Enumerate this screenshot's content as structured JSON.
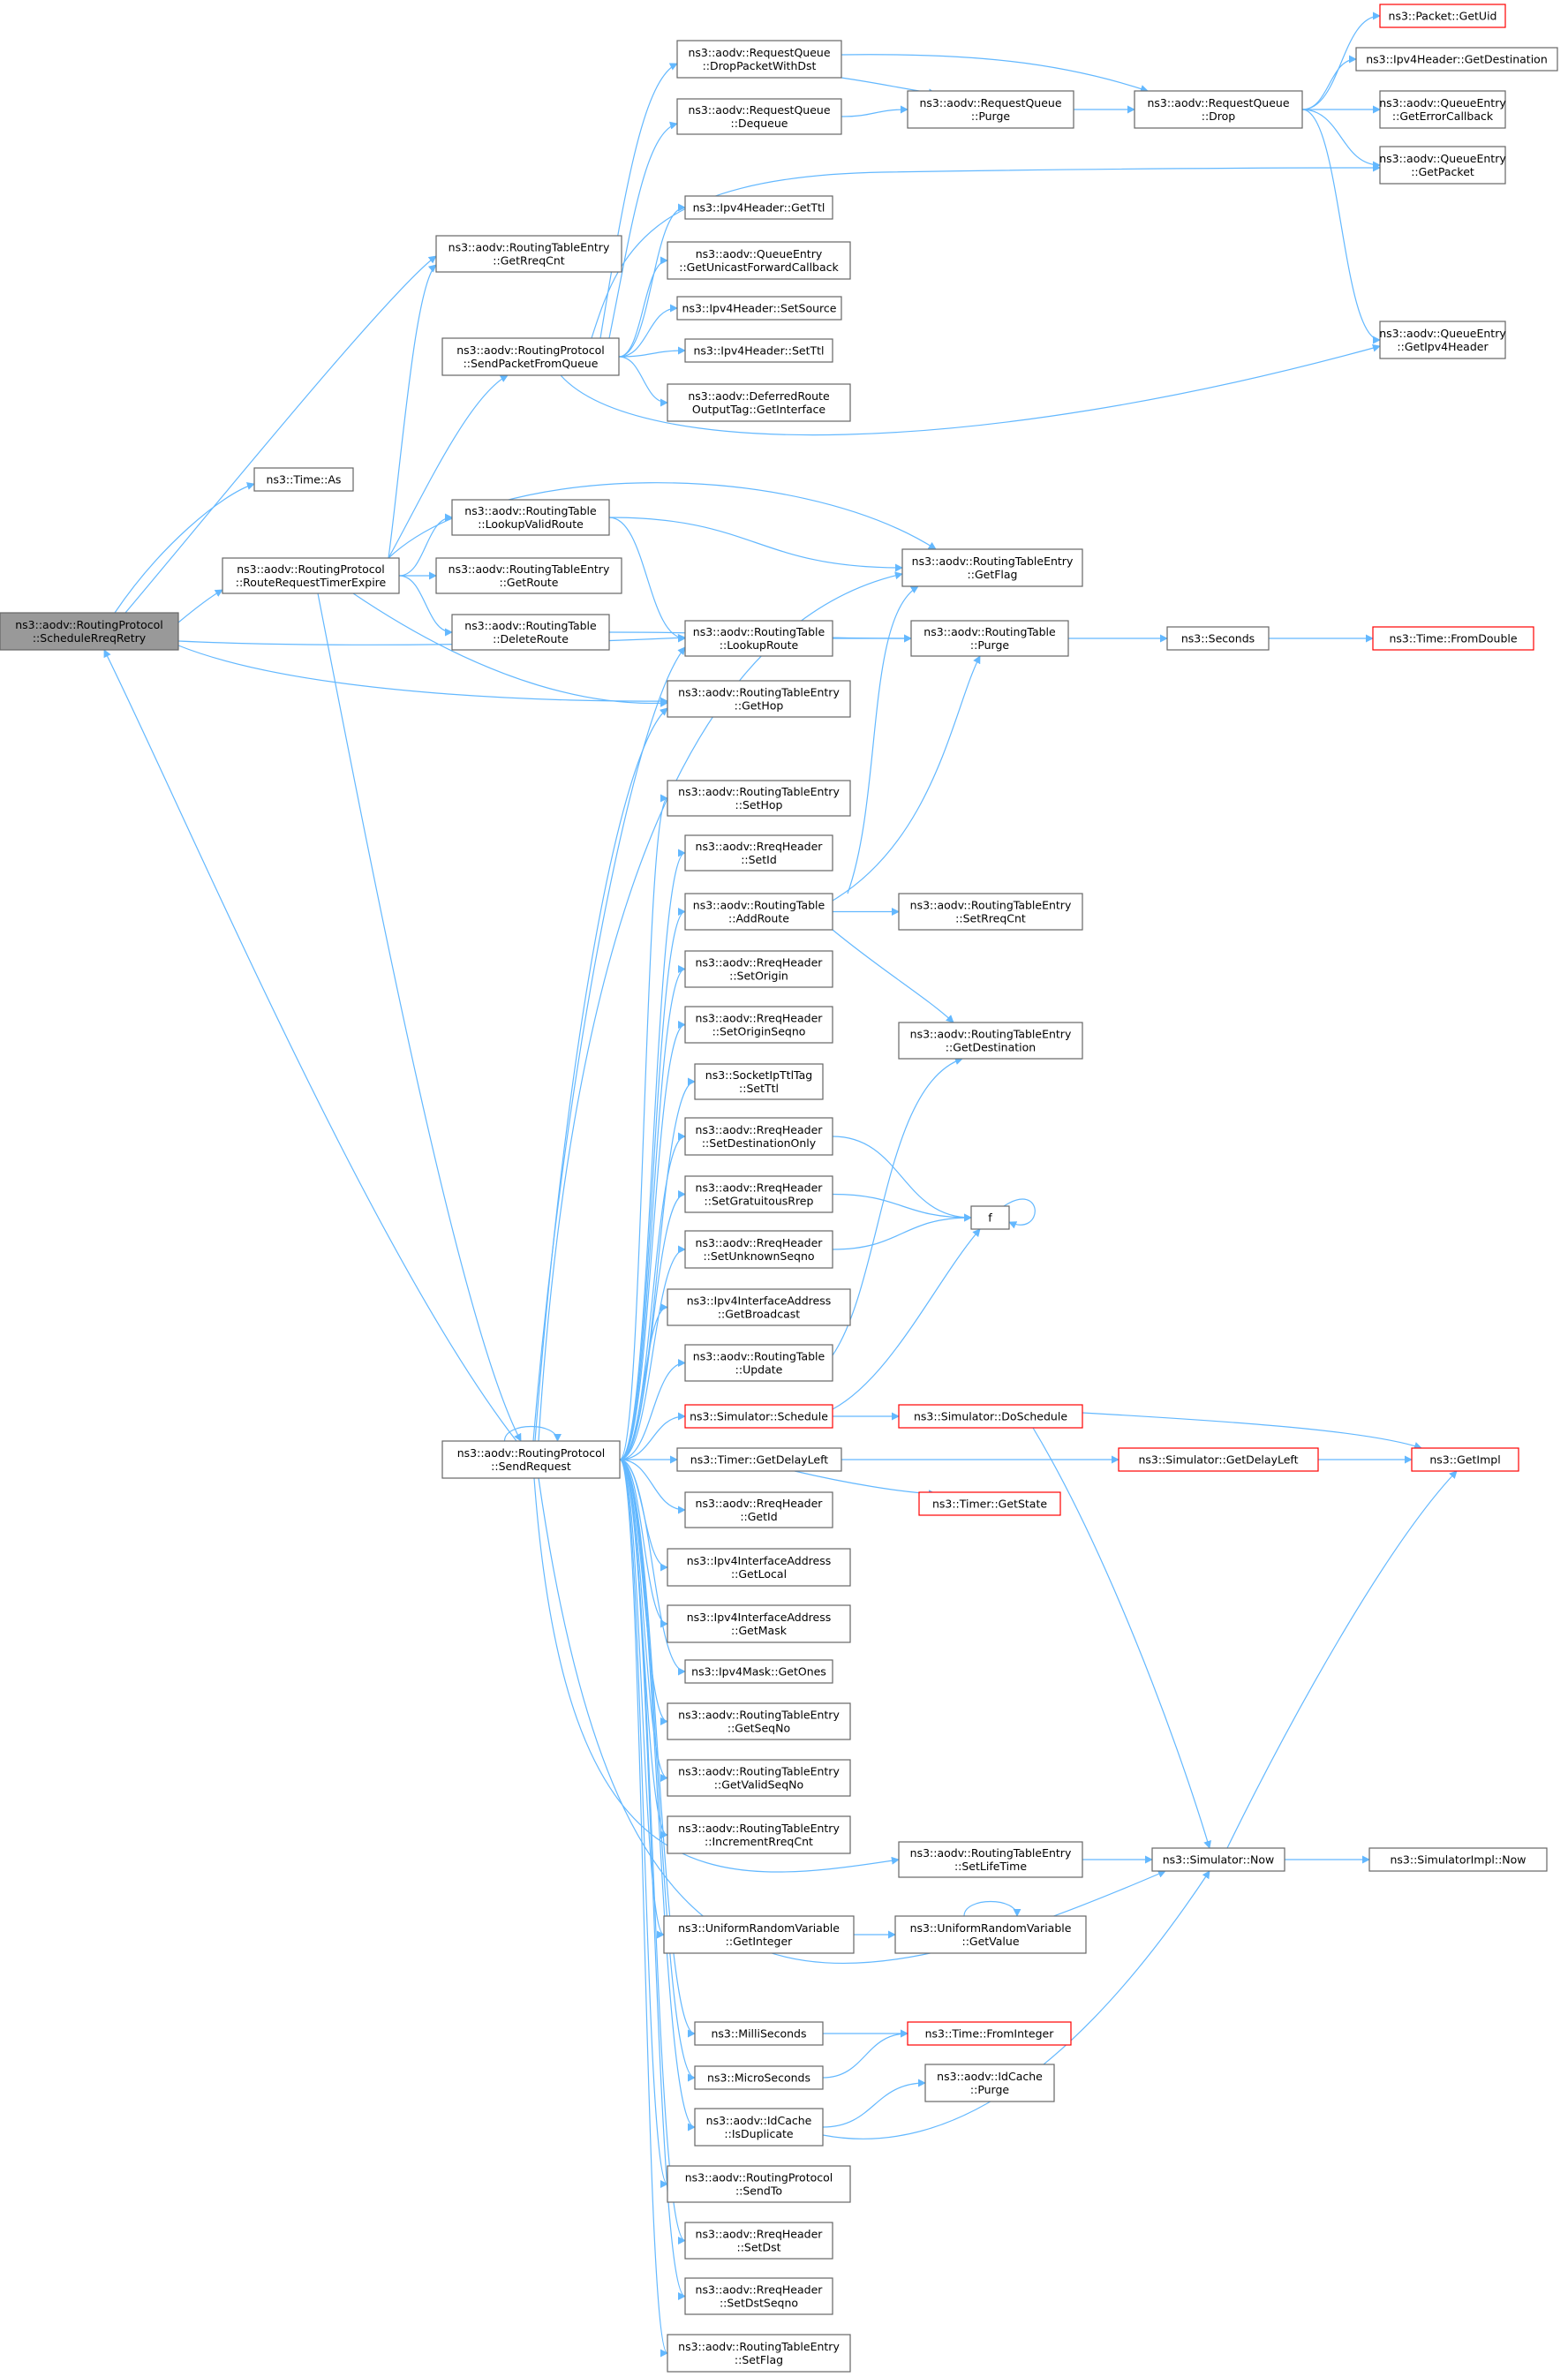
{
  "colors": {
    "edge": "#63b8ff",
    "root_fill": "#999999",
    "box_stroke": "#666666",
    "truncated_stroke": "#ff0000"
  },
  "nodes": [
    {
      "id": "root",
      "lines": [
        "ns3::aodv::RoutingProtocol",
        "::ScheduleRreqRetry"
      ],
      "style": "root"
    },
    {
      "id": "timeAs",
      "lines": [
        "ns3::Time::As"
      ]
    },
    {
      "id": "rrte",
      "lines": [
        "ns3::aodv::RoutingProtocol",
        "::RouteRequestTimerExpire"
      ]
    },
    {
      "id": "sendReq",
      "lines": [
        "ns3::aodv::RoutingProtocol",
        "::SendRequest"
      ]
    },
    {
      "id": "getRreqCnt",
      "lines": [
        "ns3::aodv::RoutingTableEntry",
        "::GetRreqCnt"
      ]
    },
    {
      "id": "spfq",
      "lines": [
        "ns3::aodv::RoutingProtocol",
        "::SendPacketFromQueue"
      ]
    },
    {
      "id": "lvr",
      "lines": [
        "ns3::aodv::RoutingTable",
        "::LookupValidRoute"
      ]
    },
    {
      "id": "rteGetRoute",
      "lines": [
        "ns3::aodv::RoutingTableEntry",
        "::GetRoute"
      ]
    },
    {
      "id": "delRoute",
      "lines": [
        "ns3::aodv::RoutingTable",
        "::DeleteRoute"
      ]
    },
    {
      "id": "dpwd",
      "lines": [
        "ns3::aodv::RequestQueue",
        "::DropPacketWithDst"
      ]
    },
    {
      "id": "dequeue",
      "lines": [
        "ns3::aodv::RequestQueue",
        "::Dequeue"
      ]
    },
    {
      "id": "getTtl",
      "lines": [
        "ns3::Ipv4Header::GetTtl"
      ]
    },
    {
      "id": "gufc",
      "lines": [
        "ns3::aodv::QueueEntry",
        "::GetUnicastForwardCallback"
      ]
    },
    {
      "id": "setSource",
      "lines": [
        "ns3::Ipv4Header::SetSource"
      ]
    },
    {
      "id": "setTtlH",
      "lines": [
        "ns3::Ipv4Header::SetTtl"
      ]
    },
    {
      "id": "droTag",
      "lines": [
        "ns3::aodv::DeferredRoute",
        "OutputTag::GetInterface"
      ]
    },
    {
      "id": "getFlag",
      "lines": [
        "ns3::aodv::RoutingTableEntry",
        "::GetFlag"
      ]
    },
    {
      "id": "lookupRoute",
      "lines": [
        "ns3::aodv::RoutingTable",
        "::LookupRoute"
      ]
    },
    {
      "id": "getHop",
      "lines": [
        "ns3::aodv::RoutingTableEntry",
        "::GetHop"
      ]
    },
    {
      "id": "setHop",
      "lines": [
        "ns3::aodv::RoutingTableEntry",
        "::SetHop"
      ]
    },
    {
      "id": "setId",
      "lines": [
        "ns3::aodv::RreqHeader",
        "::SetId"
      ]
    },
    {
      "id": "addRoute",
      "lines": [
        "ns3::aodv::RoutingTable",
        "::AddRoute"
      ]
    },
    {
      "id": "setOrigin",
      "lines": [
        "ns3::aodv::RreqHeader",
        "::SetOrigin"
      ]
    },
    {
      "id": "setOriginSeqno",
      "lines": [
        "ns3::aodv::RreqHeader",
        "::SetOriginSeqno"
      ]
    },
    {
      "id": "sockTtl",
      "lines": [
        "ns3::SocketIpTtlTag",
        "::SetTtl"
      ]
    },
    {
      "id": "setDestOnly",
      "lines": [
        "ns3::aodv::RreqHeader",
        "::SetDestinationOnly"
      ]
    },
    {
      "id": "setGrat",
      "lines": [
        "ns3::aodv::RreqHeader",
        "::SetGratuitousRrep"
      ]
    },
    {
      "id": "setUnk",
      "lines": [
        "ns3::aodv::RreqHeader",
        "::SetUnknownSeqno"
      ]
    },
    {
      "id": "getBcast",
      "lines": [
        "ns3::Ipv4InterfaceAddress",
        "::GetBroadcast"
      ]
    },
    {
      "id": "update",
      "lines": [
        "ns3::aodv::RoutingTable",
        "::Update"
      ]
    },
    {
      "id": "schedule",
      "lines": [
        "ns3::Simulator::Schedule"
      ],
      "style": "red"
    },
    {
      "id": "timerGDL",
      "lines": [
        "ns3::Timer::GetDelayLeft"
      ]
    },
    {
      "id": "rreqGetId",
      "lines": [
        "ns3::aodv::RreqHeader",
        "::GetId"
      ]
    },
    {
      "id": "getLocal",
      "lines": [
        "ns3::Ipv4InterfaceAddress",
        "::GetLocal"
      ]
    },
    {
      "id": "getMask",
      "lines": [
        "ns3::Ipv4InterfaceAddress",
        "::GetMask"
      ]
    },
    {
      "id": "getOnes",
      "lines": [
        "ns3::Ipv4Mask::GetOnes"
      ]
    },
    {
      "id": "getSeqNo",
      "lines": [
        "ns3::aodv::RoutingTableEntry",
        "::GetSeqNo"
      ]
    },
    {
      "id": "getValidSeqNo",
      "lines": [
        "ns3::aodv::RoutingTableEntry",
        "::GetValidSeqNo"
      ]
    },
    {
      "id": "incRreq",
      "lines": [
        "ns3::aodv::RoutingTableEntry",
        "::IncrementRreqCnt"
      ]
    },
    {
      "id": "urvGetInt",
      "lines": [
        "ns3::UniformRandomVariable",
        "::GetInteger"
      ]
    },
    {
      "id": "milli",
      "lines": [
        "ns3::MilliSeconds"
      ]
    },
    {
      "id": "micro",
      "lines": [
        "ns3::MicroSeconds"
      ]
    },
    {
      "id": "isDup",
      "lines": [
        "ns3::aodv::IdCache",
        "::IsDuplicate"
      ]
    },
    {
      "id": "sendTo",
      "lines": [
        "ns3::aodv::RoutingProtocol",
        "::SendTo"
      ]
    },
    {
      "id": "setDst",
      "lines": [
        "ns3::aodv::RreqHeader",
        "::SetDst"
      ]
    },
    {
      "id": "setDstSeqno",
      "lines": [
        "ns3::aodv::RreqHeader",
        "::SetDstSeqno"
      ]
    },
    {
      "id": "setFlag",
      "lines": [
        "ns3::aodv::RoutingTableEntry",
        "::SetFlag"
      ]
    },
    {
      "id": "purgeQ",
      "lines": [
        "ns3::aodv::RequestQueue",
        "::Purge"
      ]
    },
    {
      "id": "purgeRT",
      "lines": [
        "ns3::aodv::RoutingTable",
        "::Purge"
      ]
    },
    {
      "id": "setRreqCnt",
      "lines": [
        "ns3::aodv::RoutingTableEntry",
        "::SetRreqCnt"
      ]
    },
    {
      "id": "rteGetDest",
      "lines": [
        "ns3::aodv::RoutingTableEntry",
        "::GetDestination"
      ]
    },
    {
      "id": "f",
      "lines": [
        "f"
      ]
    },
    {
      "id": "doSchedule",
      "lines": [
        "ns3::Simulator::DoSchedule"
      ],
      "style": "red"
    },
    {
      "id": "timerGetState",
      "lines": [
        "ns3::Timer::GetState"
      ],
      "style": "red"
    },
    {
      "id": "setLifeTime",
      "lines": [
        "ns3::aodv::RoutingTableEntry",
        "::SetLifeTime"
      ]
    },
    {
      "id": "urvGetValue",
      "lines": [
        "ns3::UniformRandomVariable",
        "::GetValue"
      ]
    },
    {
      "id": "fromInteger",
      "lines": [
        "ns3::Time::FromInteger"
      ],
      "style": "red"
    },
    {
      "id": "idPurge",
      "lines": [
        "ns3::aodv::IdCache",
        "::Purge"
      ]
    },
    {
      "id": "rqDrop",
      "lines": [
        "ns3::aodv::RequestQueue",
        "::Drop"
      ]
    },
    {
      "id": "seconds",
      "lines": [
        "ns3::Seconds"
      ]
    },
    {
      "id": "simGDL",
      "lines": [
        "ns3::Simulator::GetDelayLeft"
      ],
      "style": "red"
    },
    {
      "id": "simNow",
      "lines": [
        "ns3::Simulator::Now"
      ]
    },
    {
      "id": "getUid",
      "lines": [
        "ns3::Packet::GetUid"
      ],
      "style": "red"
    },
    {
      "id": "ipv4GetDest",
      "lines": [
        "ns3::Ipv4Header::GetDestination"
      ]
    },
    {
      "id": "getErrCb",
      "lines": [
        "ns3::aodv::QueueEntry",
        "::GetErrorCallback"
      ]
    },
    {
      "id": "getPacket",
      "lines": [
        "ns3::aodv::QueueEntry",
        "::GetPacket"
      ]
    },
    {
      "id": "getIpv4Hdr",
      "lines": [
        "ns3::aodv::QueueEntry",
        "::GetIpv4Header"
      ]
    },
    {
      "id": "fromDouble",
      "lines": [
        "ns3::Time::FromDouble"
      ],
      "style": "red"
    },
    {
      "id": "getImpl",
      "lines": [
        "ns3::GetImpl"
      ],
      "style": "red"
    },
    {
      "id": "simImplNow",
      "lines": [
        "ns3::SimulatorImpl::Now"
      ]
    }
  ],
  "edges": [
    [
      "root",
      "timeAs"
    ],
    [
      "root",
      "rrte"
    ],
    [
      "root",
      "getRreqCnt"
    ],
    [
      "root",
      "lookupRoute"
    ],
    [
      "root",
      "getHop"
    ],
    [
      "sendReq",
      "root"
    ],
    [
      "rrte",
      "getRreqCnt"
    ],
    [
      "rrte",
      "spfq"
    ],
    [
      "rrte",
      "lvr"
    ],
    [
      "rrte",
      "rteGetRoute"
    ],
    [
      "rrte",
      "delRoute"
    ],
    [
      "rrte",
      "getFlag"
    ],
    [
      "rrte",
      "getHop"
    ],
    [
      "rrte",
      "sendReq"
    ],
    [
      "spfq",
      "dpwd"
    ],
    [
      "spfq",
      "dequeue"
    ],
    [
      "spfq",
      "getTtl"
    ],
    [
      "spfq",
      "gufc"
    ],
    [
      "spfq",
      "setSource"
    ],
    [
      "spfq",
      "setTtlH"
    ],
    [
      "spfq",
      "droTag"
    ],
    [
      "spfq",
      "getPacket"
    ],
    [
      "spfq",
      "getIpv4Hdr"
    ],
    [
      "lvr",
      "lookupRoute"
    ],
    [
      "lvr",
      "getFlag"
    ],
    [
      "delRoute",
      "purgeRT"
    ],
    [
      "dpwd",
      "purgeQ"
    ],
    [
      "dpwd",
      "rqDrop"
    ],
    [
      "dequeue",
      "purgeQ"
    ],
    [
      "purgeQ",
      "rqDrop"
    ],
    [
      "rqDrop",
      "getUid"
    ],
    [
      "rqDrop",
      "ipv4GetDest"
    ],
    [
      "rqDrop",
      "getErrCb"
    ],
    [
      "rqDrop",
      "getPacket"
    ],
    [
      "rqDrop",
      "getIpv4Hdr"
    ],
    [
      "lookupRoute",
      "purgeRT"
    ],
    [
      "purgeRT",
      "seconds"
    ],
    [
      "seconds",
      "fromDouble"
    ],
    [
      "addRoute",
      "getFlag"
    ],
    [
      "addRoute",
      "purgeRT"
    ],
    [
      "addRoute",
      "setRreqCnt"
    ],
    [
      "addRoute",
      "rteGetDest"
    ],
    [
      "update",
      "rteGetDest"
    ],
    [
      "setDestOnly",
      "f"
    ],
    [
      "setGrat",
      "f"
    ],
    [
      "setUnk",
      "f"
    ],
    [
      "f",
      "f"
    ],
    [
      "schedule",
      "f"
    ],
    [
      "schedule",
      "doSchedule"
    ],
    [
      "doSchedule",
      "getImpl"
    ],
    [
      "doSchedule",
      "simNow"
    ],
    [
      "timerGDL",
      "simGDL"
    ],
    [
      "timerGDL",
      "timerGetState"
    ],
    [
      "simGDL",
      "getImpl"
    ],
    [
      "setLifeTime",
      "simNow"
    ],
    [
      "simNow",
      "getImpl"
    ],
    [
      "simNow",
      "simImplNow"
    ],
    [
      "urvGetInt",
      "urvGetValue"
    ],
    [
      "urvGetValue",
      "urvGetValue"
    ],
    [
      "milli",
      "fromInteger"
    ],
    [
      "micro",
      "fromInteger"
    ],
    [
      "isDup",
      "idPurge"
    ],
    [
      "isDup",
      "simNow"
    ],
    [
      "sendReq",
      "sendReq"
    ],
    [
      "sendReq",
      "getFlag"
    ],
    [
      "sendReq",
      "lookupRoute"
    ],
    [
      "sendReq",
      "getHop"
    ],
    [
      "sendReq",
      "setHop"
    ],
    [
      "sendReq",
      "setId"
    ],
    [
      "sendReq",
      "addRoute"
    ],
    [
      "sendReq",
      "setOrigin"
    ],
    [
      "sendReq",
      "setOriginSeqno"
    ],
    [
      "sendReq",
      "sockTtl"
    ],
    [
      "sendReq",
      "setDestOnly"
    ],
    [
      "sendReq",
      "setGrat"
    ],
    [
      "sendReq",
      "setUnk"
    ],
    [
      "sendReq",
      "getBcast"
    ],
    [
      "sendReq",
      "update"
    ],
    [
      "sendReq",
      "schedule"
    ],
    [
      "sendReq",
      "timerGDL"
    ],
    [
      "sendReq",
      "rreqGetId"
    ],
    [
      "sendReq",
      "getLocal"
    ],
    [
      "sendReq",
      "getMask"
    ],
    [
      "sendReq",
      "getOnes"
    ],
    [
      "sendReq",
      "getSeqNo"
    ],
    [
      "sendReq",
      "getValidSeqNo"
    ],
    [
      "sendReq",
      "incRreq"
    ],
    [
      "sendReq",
      "setLifeTime"
    ],
    [
      "sendReq",
      "urvGetInt"
    ],
    [
      "sendReq",
      "simNow"
    ],
    [
      "sendReq",
      "milli"
    ],
    [
      "sendReq",
      "micro"
    ],
    [
      "sendReq",
      "isDup"
    ],
    [
      "sendReq",
      "sendTo"
    ],
    [
      "sendReq",
      "setDst"
    ],
    [
      "sendReq",
      "setDstSeqno"
    ],
    [
      "sendReq",
      "setFlag"
    ]
  ]
}
